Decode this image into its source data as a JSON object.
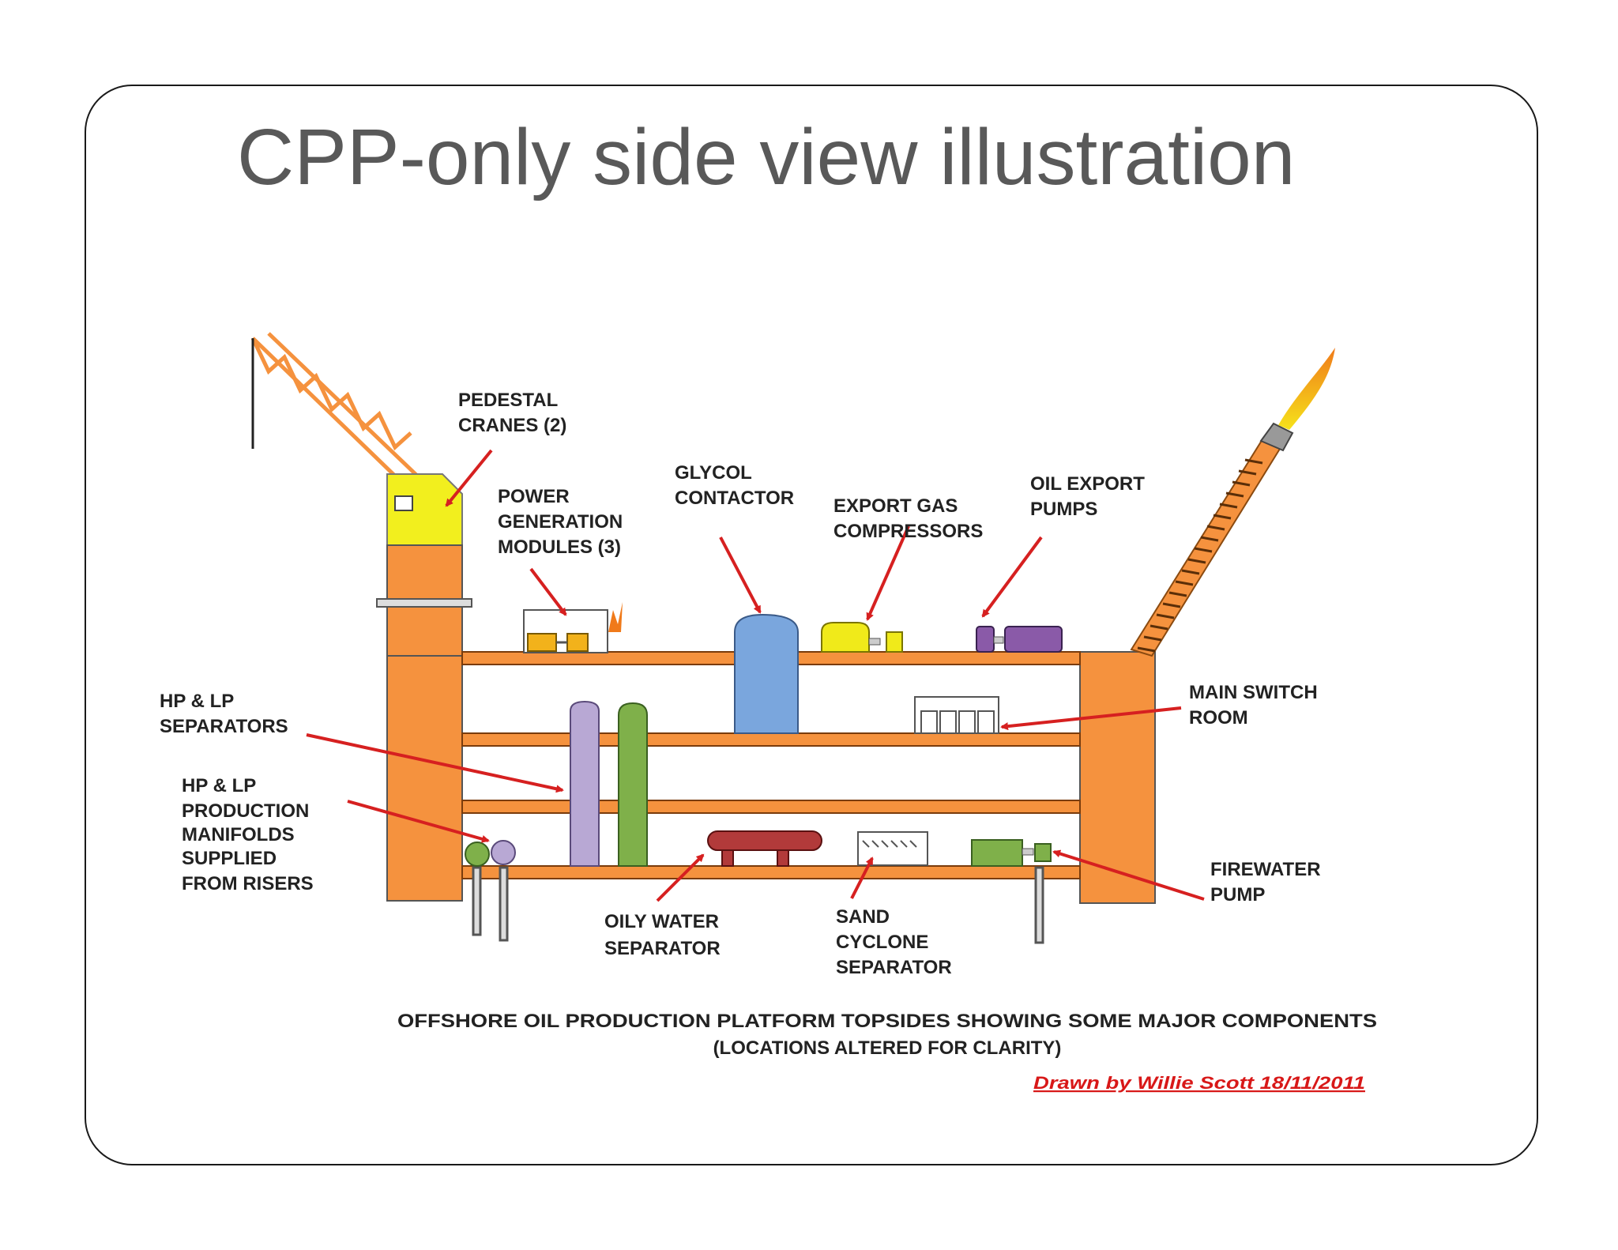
{
  "slide": {
    "title": "CPP-only side view illustration"
  },
  "labels": {
    "pedestal_cranes": [
      "PEDESTAL",
      "CRANES (2)"
    ],
    "power_generation": [
      "POWER",
      "GENERATION",
      "MODULES (3)"
    ],
    "glycol_contactor": [
      "GLYCOL",
      "CONTACTOR"
    ],
    "export_gas": [
      "EXPORT GAS",
      "COMPRESSORS"
    ],
    "oil_export": [
      "OIL EXPORT",
      "PUMPS"
    ],
    "hp_lp_separators": [
      "HP & LP",
      "SEPARATORS"
    ],
    "main_switch_room": [
      "MAIN SWITCH",
      "ROOM"
    ],
    "manifolds": [
      "HP & LP",
      "PRODUCTION",
      "MANIFOLDS",
      "SUPPLIED",
      "FROM RISERS"
    ],
    "oily_water": [
      "OILY WATER",
      "SEPARATOR"
    ],
    "sand_cyclone": [
      "SAND",
      "CYCLONE",
      "SEPARATOR"
    ],
    "firewater": [
      "FIREWATER",
      "PUMP"
    ]
  },
  "caption": {
    "line1": "OFFSHORE OIL PRODUCTION PLATFORM TOPSIDES SHOWING SOME MAJOR COMPONENTS",
    "line2": "(LOCATIONS ALTERED FOR CLARITY)",
    "credit": "Drawn by Willie Scott 18/11/2011"
  },
  "colors": {
    "structure": "#f5923e",
    "crane_cab": "#f2ef1e",
    "arrow": "#d62020",
    "separator_purple": "#b8a8d4",
    "separator_green": "#7fb04a",
    "glycol": "#7aa6dd",
    "compressor": "#f0ea1a",
    "pump": "#8a5aa8",
    "power_module": "#f2b21b",
    "oily_water": "#b23a3a",
    "firewater": "#7fb04a",
    "flare": "#f07a1a",
    "text": "#222222",
    "title": "#595959",
    "credit": "#d81818"
  }
}
